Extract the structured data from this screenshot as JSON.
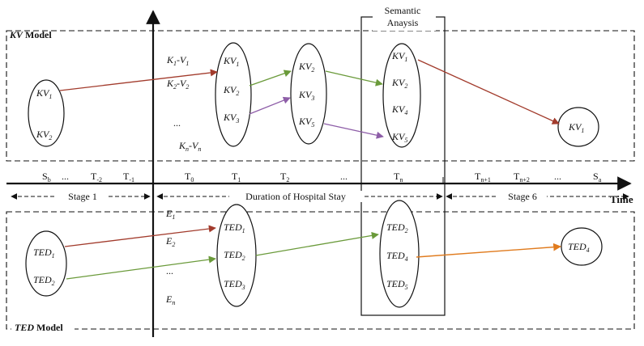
{
  "semantic_box": {
    "line1": "Semantic",
    "line2": "Anaysis"
  },
  "kv_model": {
    "label_bold_italic": "KV",
    "label_rest": " Model"
  },
  "ted_model": {
    "label_bold_italic": "TED",
    "label_rest": " Model"
  },
  "kv_left": {
    "kv1": "KV",
    "kv1_sub": "1",
    "kv2": "KV",
    "kv2_sub": "2"
  },
  "kv_pairs": {
    "p1_k": "K",
    "p1_ksub": "1",
    "p1_dash": "-",
    "p1_v": "V",
    "p1_vsub": "1",
    "p2_k": "K",
    "p2_ksub": "2",
    "p2_dash": "-",
    "p2_v": "V",
    "p2_vsub": "2",
    "ellipsis": "...",
    "pn_k": "K",
    "pn_ksub": "n",
    "pn_dash": "-",
    "pn_v": "V",
    "pn_vsub": "n"
  },
  "kv_t1": {
    "a": "KV",
    "a_sub": "1",
    "b": "KV",
    "b_sub": "2",
    "c": "KV",
    "c_sub": "3"
  },
  "kv_t2": {
    "a": "KV",
    "a_sub": "2",
    "b": "KV",
    "b_sub": "3",
    "c": "KV",
    "c_sub": "5"
  },
  "kv_tn": {
    "a": "KV",
    "a_sub": "1",
    "b": "KV",
    "b_sub": "2",
    "c": "KV",
    "c_sub": "4",
    "d": "KV",
    "d_sub": "5"
  },
  "kv_sn": {
    "a": "KV",
    "a_sub": "1"
  },
  "timeline": {
    "sb": "S",
    "sb_sub": "b",
    "dots_a": "...",
    "tm2": "T",
    "tm2_sub": "-2",
    "tm1": "T",
    "tm1_sub": "-1",
    "t0": "T",
    "t0_sub": "0",
    "t1": "T",
    "t1_sub": "1",
    "t2": "T",
    "t2_sub": "2",
    "dots_b": "...",
    "tn": "T",
    "tn_sub": "n",
    "tn1": "T",
    "tn1_sub": "n+1",
    "tn2": "T",
    "tn2_sub": "n+2",
    "dots_c": "...",
    "sa": "S",
    "sa_sub": "a",
    "time_label": "Time"
  },
  "stages": {
    "stage1": "Stage 1",
    "hospital": "Duration of Hospital Stay",
    "stage6": "Stage 6"
  },
  "events": {
    "e1": "E",
    "e1_sub": "1",
    "e2": "E",
    "e2_sub": "2",
    "ellipsis": "...",
    "en": "E",
    "en_sub": "n"
  },
  "ted_left": {
    "a": "TED",
    "a_sub": "1",
    "b": "TED",
    "b_sub": "2"
  },
  "ted_t1": {
    "a": "TED",
    "a_sub": "1",
    "b": "TED",
    "b_sub": "2",
    "c": "TED",
    "c_sub": "3"
  },
  "ted_tn": {
    "a": "TED",
    "a_sub": "2",
    "b": "TED",
    "b_sub": "4",
    "c": "TED",
    "c_sub": "5"
  },
  "ted_sa": {
    "a": "TED",
    "a_sub": "4"
  },
  "colors": {
    "red": "#a23b2c",
    "green": "#6a9a3a",
    "purple": "#8e5ea8",
    "orange": "#e07b1e",
    "ink": "#111111"
  }
}
